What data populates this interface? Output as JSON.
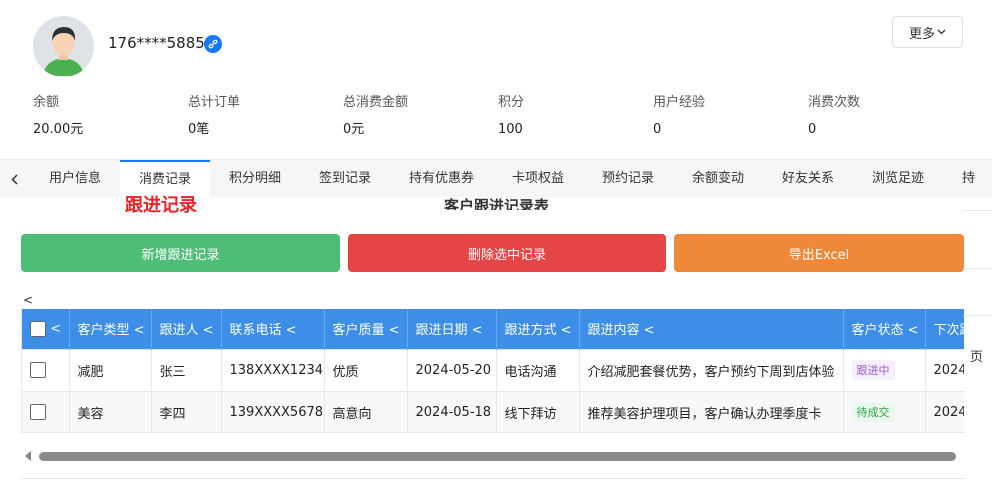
{
  "header": {
    "phone": "176****5885",
    "more_label": "更多",
    "more_icon": "chevron-down-icon",
    "link_icon": "link-icon",
    "link_color": "#1677ff"
  },
  "stats": [
    {
      "label": "余额",
      "value": "20.00元"
    },
    {
      "label": "总计订单",
      "value": "0笔"
    },
    {
      "label": "总消费金额",
      "value": "0元"
    },
    {
      "label": "积分",
      "value": "100"
    },
    {
      "label": "用户经验",
      "value": "0"
    },
    {
      "label": "消费次数",
      "value": "0"
    }
  ],
  "tabs": [
    {
      "label": "用户信息"
    },
    {
      "label": "消费记录"
    },
    {
      "label": "积分明细"
    },
    {
      "label": "签到记录"
    },
    {
      "label": "持有优惠券"
    },
    {
      "label": "卡项权益"
    },
    {
      "label": "预约记录"
    },
    {
      "label": "余额变动"
    },
    {
      "label": "好友关系"
    },
    {
      "label": "浏览足迹"
    },
    {
      "label": "持"
    }
  ],
  "active_tab": "消费记录",
  "followup": {
    "title": "跟进记录",
    "table_title": "客户跟进记录表"
  },
  "actions": {
    "add": "新增跟进记录",
    "delete": "删除选中记录",
    "export": "导出Excel"
  },
  "sort_hint": "<",
  "table": {
    "headers": [
      "<",
      "客户类型 <",
      "跟进人 <",
      "联系电话 <",
      "客户质量 <",
      "跟进日期 <",
      "跟进方式 <",
      "跟进内容 <",
      "客户状态 <",
      "下次跟"
    ],
    "rows": [
      {
        "type": "减肥",
        "owner": "张三",
        "phone": "138XXXX1234",
        "quality": "优质",
        "date": "2024-05-20",
        "method": "电话沟通",
        "content": "介绍减肥套餐优势，客户预约下周到店体验",
        "status": "跟进中",
        "next": "2024"
      },
      {
        "type": "美容",
        "owner": "李四",
        "phone": "139XXXX5678",
        "quality": "高意向",
        "date": "2024-05-18",
        "method": "线下拜访",
        "content": "推荐美容护理项目，客户确认办理季度卡",
        "status": "待成交",
        "next": "2024"
      }
    ]
  },
  "side_text": "页",
  "colors": {
    "green": "#4dbd78",
    "red": "#e54545",
    "orange": "#f0883a",
    "table_header": "#3d8ee8",
    "accent": "#1677ff",
    "title_red": "#e8232b"
  }
}
